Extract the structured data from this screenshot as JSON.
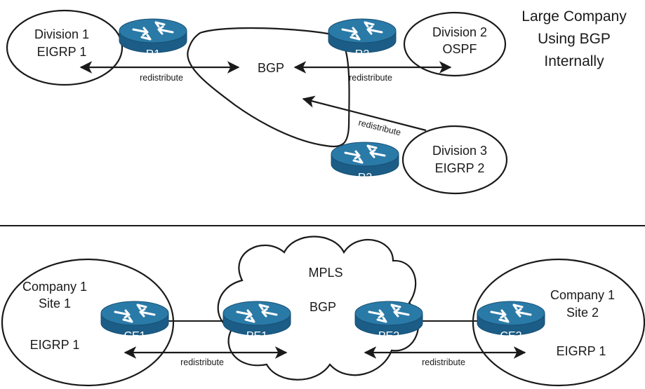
{
  "top": {
    "title_lines": [
      "Large Company",
      "Using BGP",
      "Internally"
    ],
    "bgp_label": "BGP",
    "division1": [
      "Division 1",
      "EIGRP 1"
    ],
    "division2": [
      "Division 2",
      "OSPF"
    ],
    "division3": [
      "Division 3",
      "EIGRP 2"
    ],
    "routers": {
      "r1": "R1",
      "r2": "R2",
      "r3": "R3"
    },
    "redistribute_labels": [
      "redistribute",
      "redistribute",
      "redistribute"
    ]
  },
  "bottom": {
    "cloud_labels": [
      "MPLS",
      "BGP"
    ],
    "site1": [
      "Company 1",
      "Site 1",
      "EIGRP 1"
    ],
    "site2": [
      "Company 1",
      "Site 2",
      "EIGRP 1"
    ],
    "routers": {
      "ce1": "CE1",
      "pe1": "PE1",
      "pe2": "PE2",
      "ce2": "CE2"
    },
    "redistribute_labels": [
      "redistribute",
      "redistribute"
    ]
  },
  "colors": {
    "router_top": "#2a7aa8",
    "router_side": "#1b5d86",
    "router_edge": "#174f73",
    "text": "#1a1a1a",
    "divider": "#1a1a1a"
  }
}
